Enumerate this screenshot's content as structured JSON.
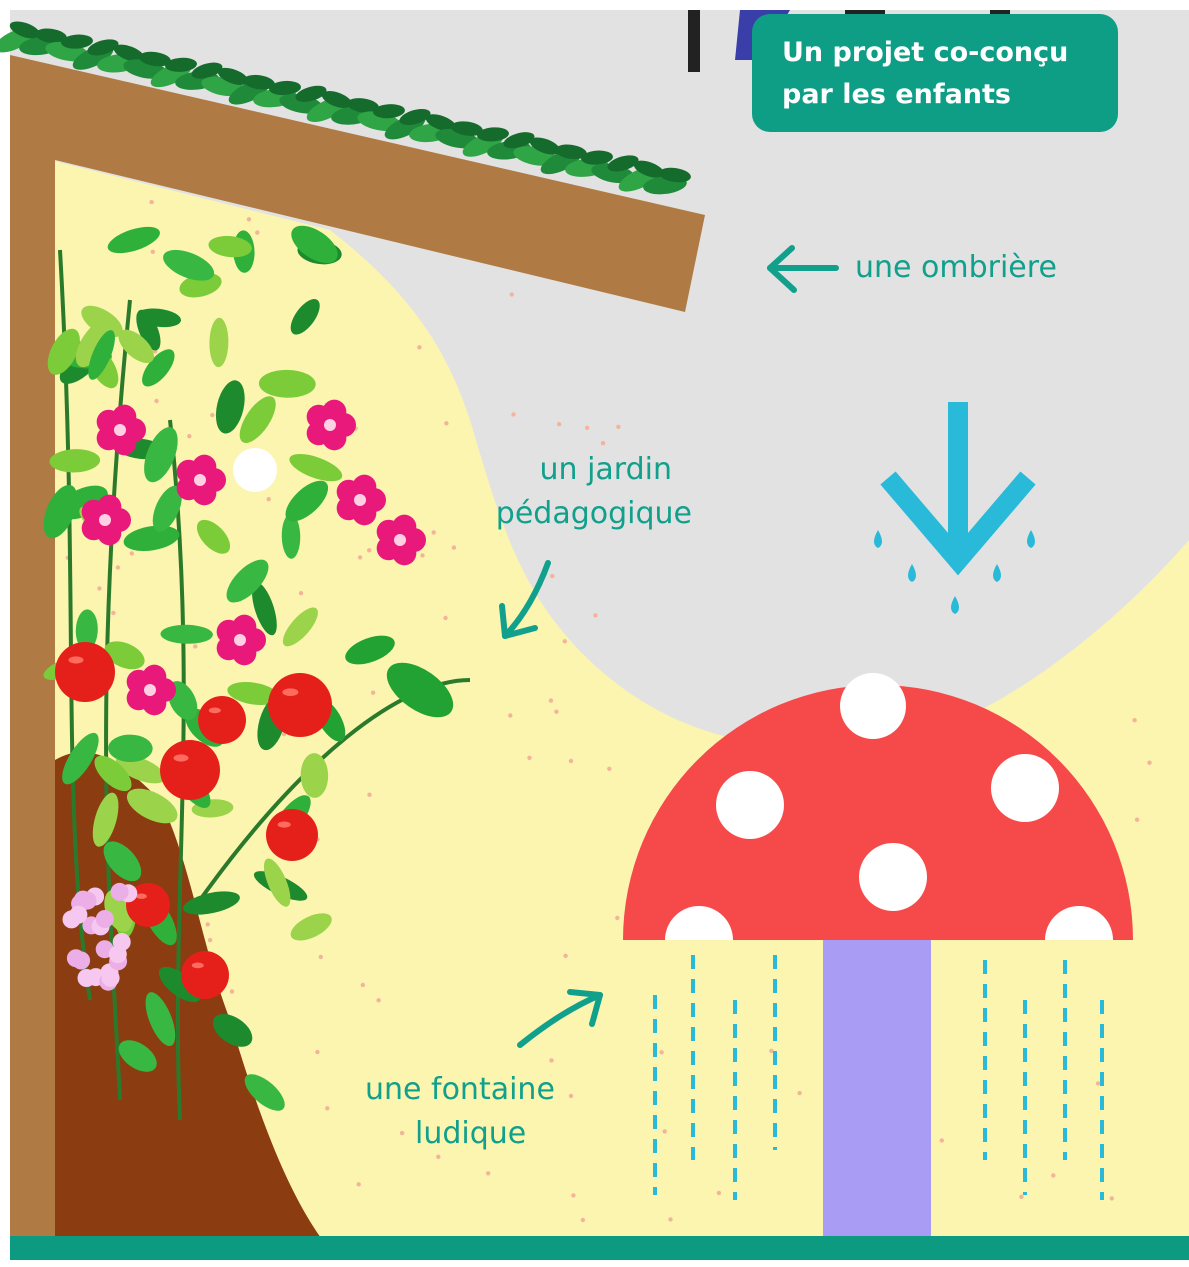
{
  "badge": {
    "line1": "Un projet co-conçu",
    "line2": "par les enfants"
  },
  "labels": {
    "ombriere": "une ombrière",
    "jardin_line1": "un jardin",
    "jardin_line2": "pédagogique",
    "fontaine_line1": "une fontaine",
    "fontaine_line2": "ludique"
  },
  "colors": {
    "teal": "#11a08c",
    "roof_wood": "#b07a44",
    "sand": "#fbf5b0",
    "sky_gray": "#e2e2e2",
    "mushroom_cap": "#f64a4a",
    "mushroom_stem": "#a99cf5",
    "water": "#29b9d9",
    "trunk": "#8b3c10",
    "leaf": "#2fb03a",
    "flower": "#e8197a",
    "tomato": "#e5201b"
  },
  "icons": [
    "arrow-left-icon",
    "arrow-down-left-icon",
    "arrow-up-right-icon",
    "rain-arrow-icon",
    "mushroom-fountain-icon"
  ]
}
